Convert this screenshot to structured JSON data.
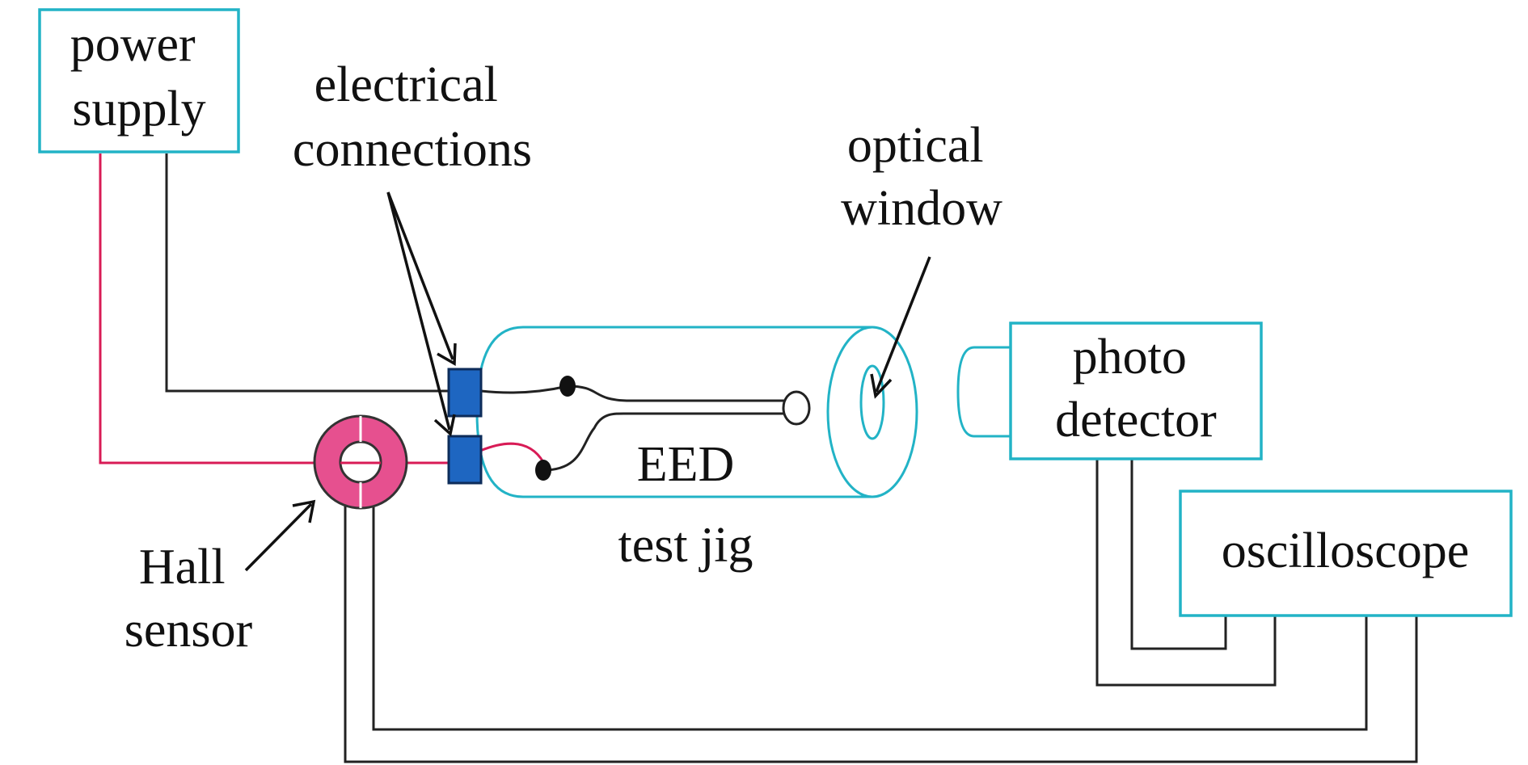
{
  "labels": {
    "power_supply": [
      "power",
      "supply"
    ],
    "electrical_connections": [
      "electrical",
      "connections"
    ],
    "optical_window": [
      "optical",
      "window"
    ],
    "photo_detector": [
      "photo",
      "detector"
    ],
    "oscilloscope": "oscilloscope",
    "eed": "EED",
    "test_jig": "test jig",
    "hall_sensor": [
      "Hall",
      "sensor"
    ]
  },
  "colors": {
    "box_outline": "#22b3c6",
    "red_wire": "#d81b56",
    "connector_block": "#1e66c1",
    "hall_sensor_ring": "#e6508f",
    "wire": "#222222"
  }
}
